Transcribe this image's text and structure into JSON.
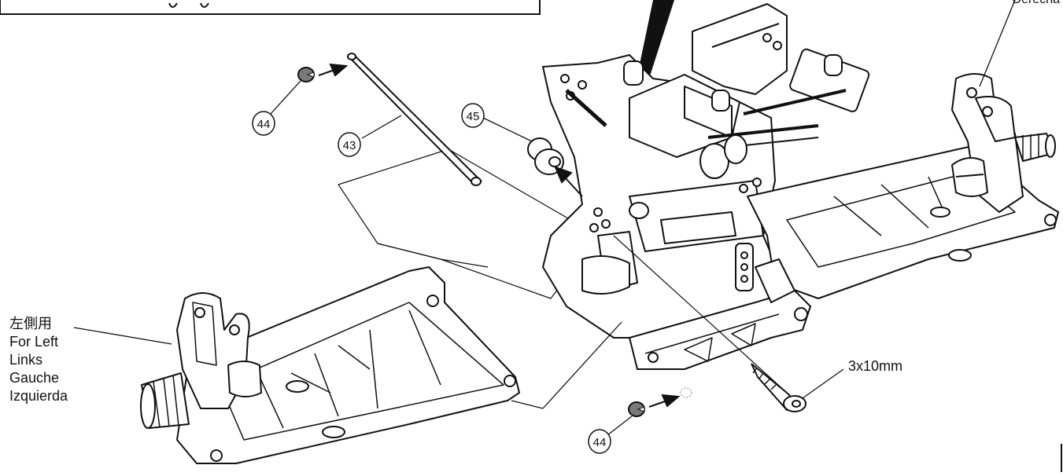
{
  "part_labels": {
    "e_clip_top": "44",
    "shaft": "43",
    "ball": "45",
    "e_clip_bottom": "44"
  },
  "left_arm_label": {
    "jp": "左側用",
    "en": "For Left",
    "de": "Links",
    "fr": "Gauche",
    "es": "Izquierda"
  },
  "screw_label": "3x10mm",
  "right_arm_cut_label": "Derecha",
  "colors": {
    "ink": "#111111",
    "clip": "#7a7a7a",
    "paper": "#ffffff"
  }
}
